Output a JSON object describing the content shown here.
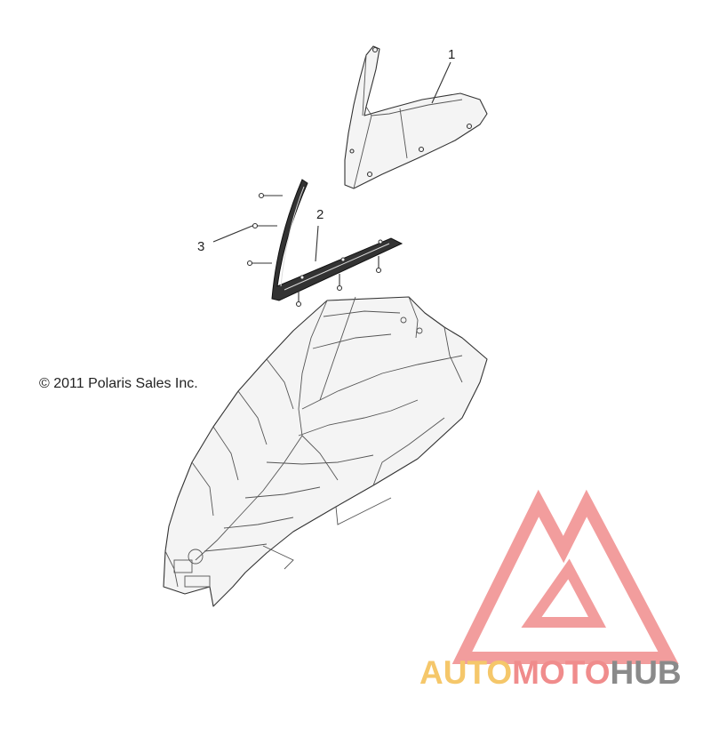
{
  "callouts": {
    "one": "1",
    "two": "2",
    "three": "3"
  },
  "copyright": "© 2011 Polaris Sales Inc.",
  "watermark": {
    "part1": "AUTO",
    "part2": "MOTO",
    "part3": "HUB",
    "colors": {
      "part1": "#f5c76a",
      "part2": "#f08c8c",
      "part3": "#8a8a8a",
      "logo": "#f08c8c"
    }
  },
  "parts": [
    {
      "number": "1",
      "name": "windshield-icon"
    },
    {
      "number": "2",
      "name": "windshield-trim-icon"
    },
    {
      "number": "3",
      "name": "screw-icon"
    }
  ]
}
